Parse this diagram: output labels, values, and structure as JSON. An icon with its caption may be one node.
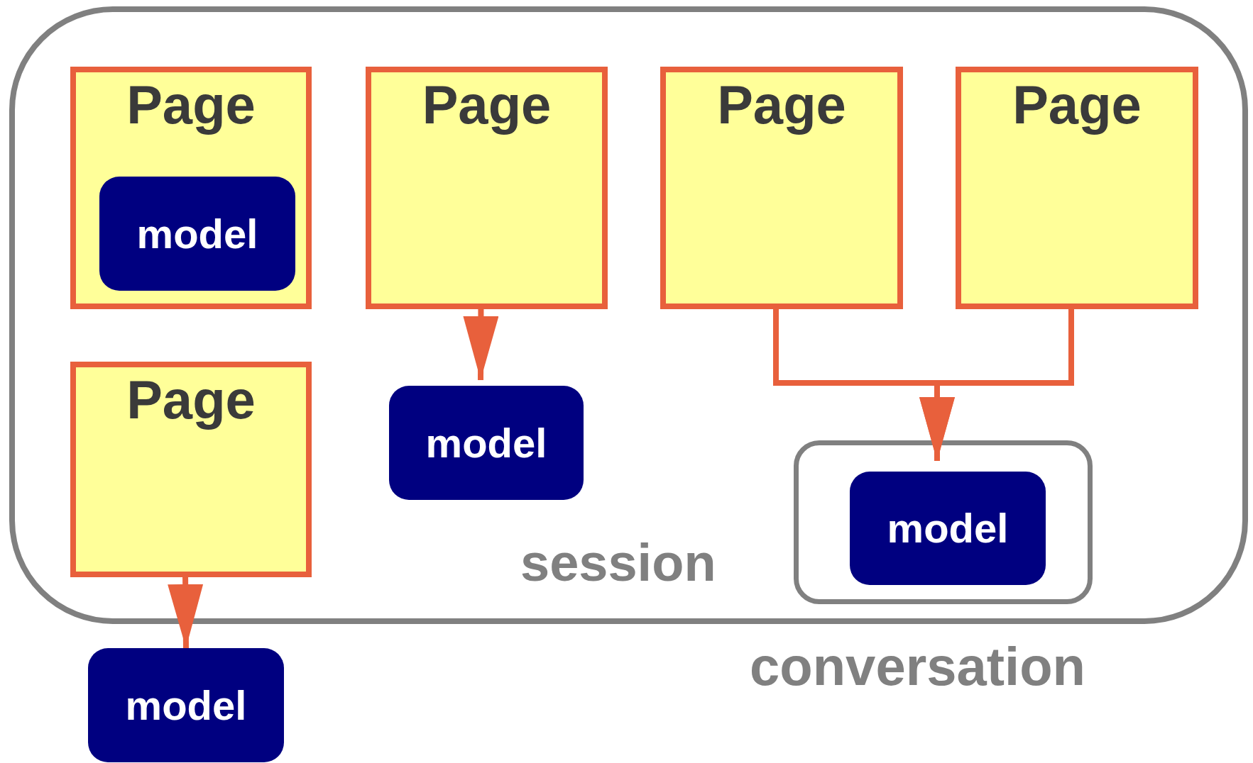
{
  "diagram": {
    "nodes": [
      {
        "text": [
          "session"
        ]
      },
      {
        "text": [
          "Page"
        ],
        "in": 0
      },
      {
        "text": [
          "model"
        ],
        "in": 1
      },
      {
        "text": [
          "Page"
        ],
        "in": 0
      },
      {
        "text": [
          "Page"
        ],
        "in": 0
      },
      {
        "text": [
          "Page"
        ],
        "in": 0
      },
      {
        "text": [
          "Page"
        ],
        "in": 0
      },
      {
        "text": [
          "model"
        ],
        "in": 0
      },
      {
        "text": [],
        "shape": "box",
        "in": 0
      },
      {
        "text": [
          "model"
        ],
        "in": 8
      },
      {
        "text": [
          "model"
        ]
      }
    ],
    "edges": [
      {
        "from": 3,
        "to": 7,
        "arrow": "to"
      },
      {
        "from": 4,
        "to": 9,
        "arrow": "to"
      },
      {
        "from": 5,
        "to": 9,
        "arrow": "to"
      },
      {
        "from": 6,
        "to": 10,
        "arrow": "to"
      }
    ],
    "labels": [
      "conversation"
    ]
  }
}
